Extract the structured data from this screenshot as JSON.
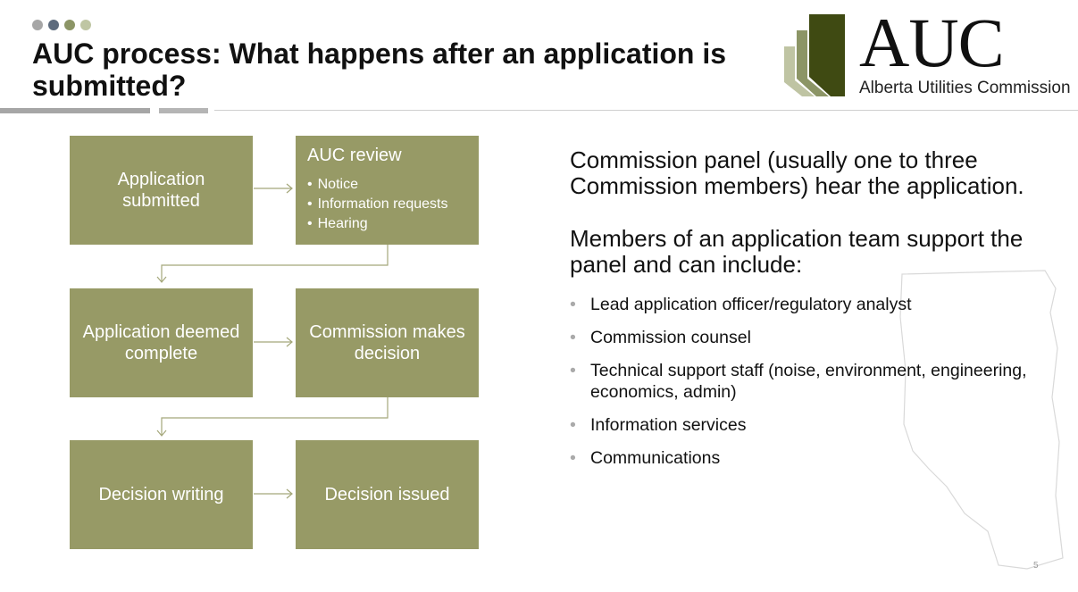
{
  "header": {
    "title": "AUC process: What happens after an application is submitted?",
    "dot_colors": [
      "#a6a6a6",
      "#5d6b7d",
      "#8c9566",
      "#bfc6a3"
    ]
  },
  "logo": {
    "word": "AUC",
    "subtitle": "Alberta Utilities Commission",
    "colors": [
      "#3f4a12",
      "#8c9566",
      "#bfc4a3"
    ]
  },
  "flowchart": {
    "box_color": "#979a66",
    "connector_color": "#a4a77a",
    "submitted": "Application submitted",
    "review": {
      "title": "AUC review",
      "items": [
        "Notice",
        "Information requests",
        "Hearing"
      ]
    },
    "deemed_complete": "Application deemed complete",
    "commission_decision": "Commission makes decision",
    "decision_writing": "Decision writing",
    "decision_issued": "Decision issued"
  },
  "content": {
    "panel_text": "Commission panel (usually one to three Commission members) hear the application.",
    "team_text": "Members of an application team support the panel and can include:",
    "team_members": [
      "Lead application officer/regulatory analyst",
      "Commission counsel",
      "Technical support staff (noise, environment, engineering, economics, admin)",
      "Information services",
      "Communications"
    ],
    "bullet_icon": "bullet-dot"
  },
  "footer": {
    "page_number": "5"
  }
}
